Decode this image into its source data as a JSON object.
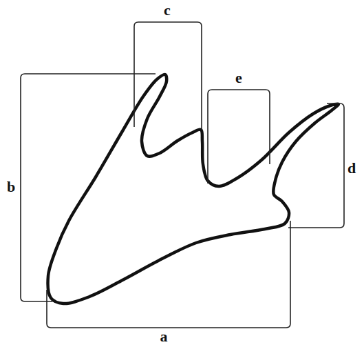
{
  "diagram": {
    "nodes": [
      {
        "text": [
          "c"
        ]
      },
      {
        "text": [
          "e"
        ]
      },
      {
        "text": [
          "d"
        ]
      },
      {
        "text": [
          "b"
        ]
      },
      {
        "text": [
          "a"
        ]
      }
    ]
  }
}
